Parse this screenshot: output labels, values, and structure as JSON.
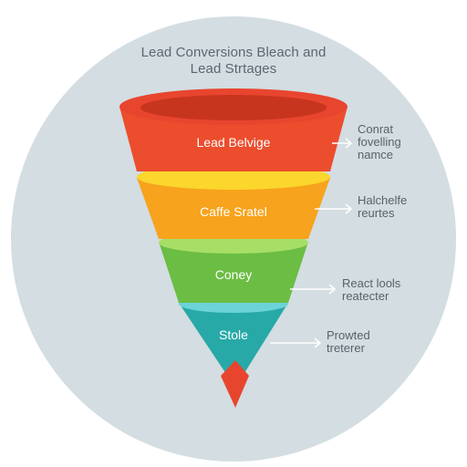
{
  "title": {
    "line1": "Lead Conversions Bleach and",
    "line2": "Lead Strtages"
  },
  "stages": [
    {
      "label": "Lead Belvige",
      "color": "#ec4d2d",
      "note_line1": "Conrat",
      "note_line2": "fovelling",
      "note_line3": "namce"
    },
    {
      "label": "Caffe Sratel",
      "color": "#f7a31d",
      "note_line1": "Halchelfe",
      "note_line2": "reurtes"
    },
    {
      "label": "Coney",
      "color": "#7cc64c",
      "note_line1": "React lools",
      "note_line2": "reatecter"
    },
    {
      "label": "Stole",
      "color": "#27a9a8",
      "note_line1": "Prowted",
      "note_line2": "treterer"
    }
  ],
  "colors": {
    "background_circle": "#d3dde2",
    "tip": "#e8452f",
    "arrow": "#ffffff"
  }
}
